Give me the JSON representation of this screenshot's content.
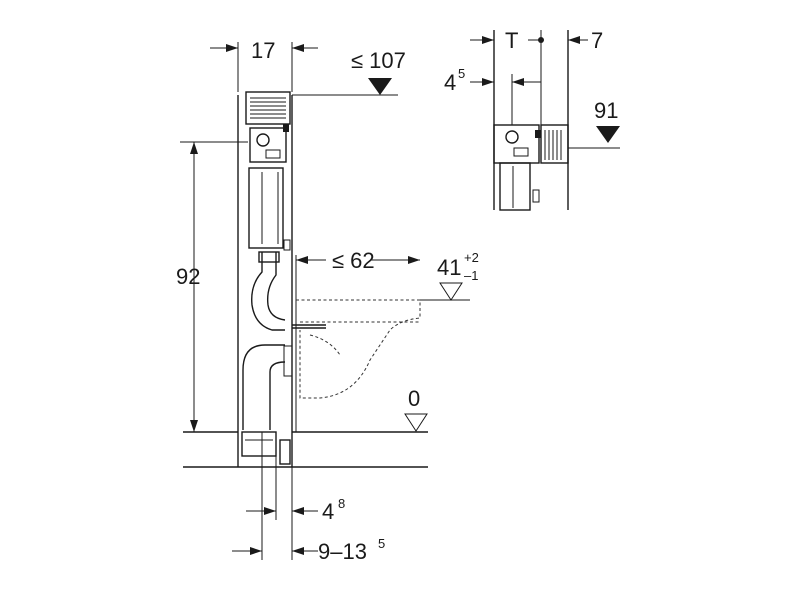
{
  "dimensions": {
    "frame_depth": "17",
    "max_height": "≤ 107",
    "installation_height": "92",
    "max_projection": "≤ 62",
    "seat_height": "41",
    "seat_tol_plus": "+2",
    "seat_tol_minus": "–1",
    "floor_level": "0",
    "offset_small": "4",
    "offset_small_sup": "8",
    "wall_range": "9–13",
    "wall_range_sup": "5",
    "detail_thickness": "T",
    "detail_depth": "7",
    "detail_offset": "4",
    "detail_offset_sup": "5",
    "detail_level": "91"
  }
}
